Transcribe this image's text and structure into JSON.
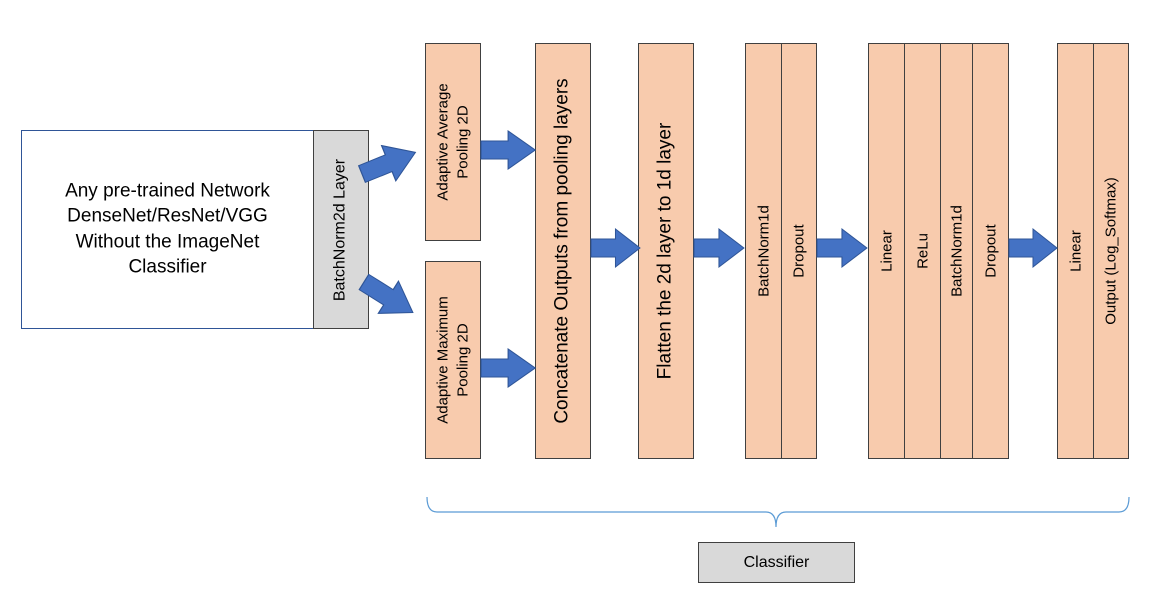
{
  "network": {
    "lines": [
      "Any pre-trained Network",
      "DenseNet/ResNet/VGG",
      "Without the ImageNet",
      "Classifier"
    ]
  },
  "batchnorm2d": {
    "label": "BatchNorm2d Layer"
  },
  "avg_pool": {
    "lines": [
      "Adaptive Average",
      "Pooling 2D"
    ]
  },
  "max_pool": {
    "lines": [
      "Adaptive Maximum",
      "Pooling 2D"
    ]
  },
  "concat": {
    "label": "Concatenate Outputs from pooling layers"
  },
  "flatten": {
    "label": "Flatten the 2d layer to 1d layer"
  },
  "block1": {
    "labels": [
      "BatchNorm1d",
      "Dropout"
    ]
  },
  "block2": {
    "labels": [
      "Linear",
      "ReLu",
      "BatchNorm1d",
      "Dropout"
    ]
  },
  "block3": {
    "labels": [
      "Linear",
      "Output (Log_Softmax)"
    ]
  },
  "classifier": {
    "label": "Classifier"
  },
  "colors": {
    "layer_fill": "#f8cbad",
    "arrow": "#4472c4",
    "grey_fill": "#d9d9d9",
    "border": "#404040"
  }
}
